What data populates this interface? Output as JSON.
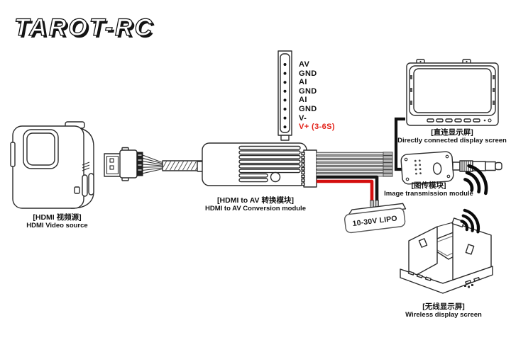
{
  "brand": {
    "logo_text": "TAROT-RC"
  },
  "pinout": {
    "pins": [
      "AV",
      "GND",
      "AI",
      "GND",
      "AI",
      "GND",
      "V-",
      "V+ (3-6S)"
    ],
    "highlight_pin": "V+ (3-6S)",
    "highlight_color": "#e32118"
  },
  "devices": {
    "video_source": {
      "label_cn": "[HDMI 视频源]",
      "label_en": "HDMI Video source"
    },
    "converter": {
      "label_cn": "[HDMI to AV 转换模块]",
      "label_en": "HDMI to AV Conversion module"
    },
    "direct_display": {
      "label_cn": "[直连显示屏]",
      "label_en": "Directly connected display screen"
    },
    "transmitter": {
      "label_cn": "[图传模块]",
      "label_en": "Image transmission module"
    },
    "wireless_display": {
      "label_cn": "[无线显示屏]",
      "label_en": "Wireless display screen"
    },
    "battery": {
      "label": "10-30V LIPO"
    }
  },
  "colors": {
    "wire_red": "#d40f0f",
    "wire_black": "#151515",
    "wire_gray": "#dcdcdc",
    "line": "#2b2b2b",
    "pin_highlight": "#e32118"
  }
}
